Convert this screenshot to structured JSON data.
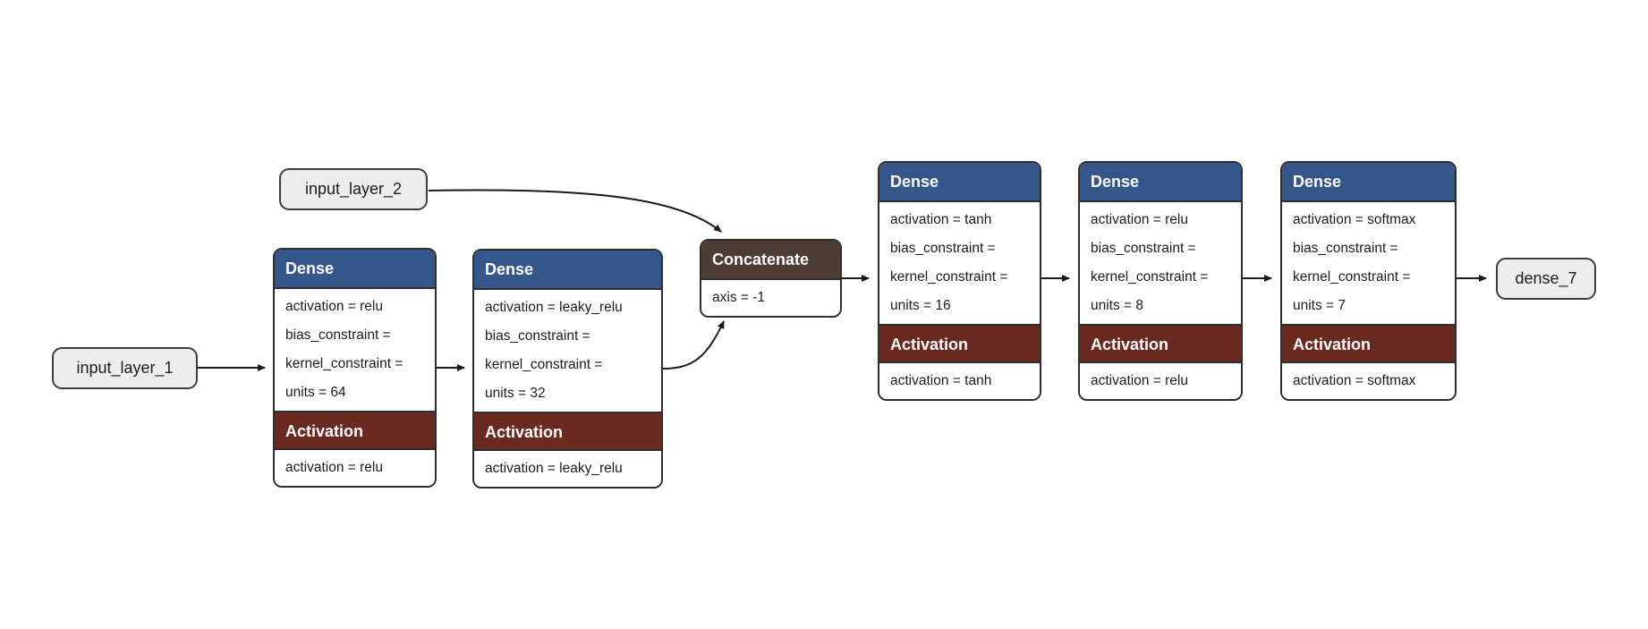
{
  "diagram": {
    "type": "keras-model-graph",
    "colors": {
      "background": "#ffffff",
      "dense_header": "#35568a",
      "activation_header": "#6b2a21",
      "concatenate_header": "#4e3d35",
      "io_node_fill": "#ededed",
      "node_border": "#2e2e2e",
      "edge": "#1a1a1a"
    },
    "nodes": {
      "input_layer_1": {
        "label": "input_layer_1"
      },
      "input_layer_2": {
        "label": "input_layer_2"
      },
      "dense_1": {
        "title": "Dense",
        "attributes": [
          "activation = relu",
          "bias_constraint =",
          "kernel_constraint =",
          "units = 64"
        ],
        "activation_title": "Activation",
        "activation_attributes": [
          "activation = relu"
        ]
      },
      "dense_2": {
        "title": "Dense",
        "attributes": [
          "activation = leaky_relu",
          "bias_constraint =",
          "kernel_constraint =",
          "units = 32"
        ],
        "activation_title": "Activation",
        "activation_attributes": [
          "activation = leaky_relu"
        ]
      },
      "concatenate": {
        "title": "Concatenate",
        "attributes": [
          "axis = -1"
        ]
      },
      "dense_3": {
        "title": "Dense",
        "attributes": [
          "activation = tanh",
          "bias_constraint =",
          "kernel_constraint =",
          "units = 16"
        ],
        "activation_title": "Activation",
        "activation_attributes": [
          "activation = tanh"
        ]
      },
      "dense_4": {
        "title": "Dense",
        "attributes": [
          "activation = relu",
          "bias_constraint =",
          "kernel_constraint =",
          "units = 8"
        ],
        "activation_title": "Activation",
        "activation_attributes": [
          "activation = relu"
        ]
      },
      "dense_5": {
        "title": "Dense",
        "attributes": [
          "activation = softmax",
          "bias_constraint =",
          "kernel_constraint =",
          "units = 7"
        ],
        "activation_title": "Activation",
        "activation_attributes": [
          "activation = softmax"
        ]
      },
      "dense_7": {
        "label": "dense_7"
      }
    }
  }
}
